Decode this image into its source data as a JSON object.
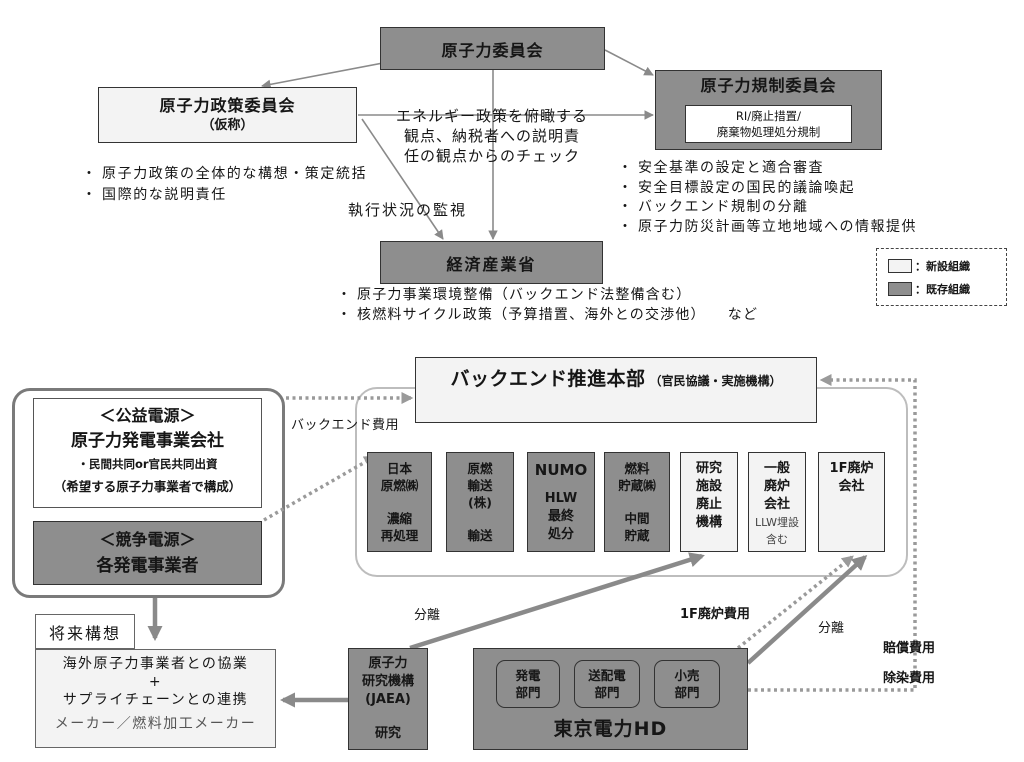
{
  "colors": {
    "new_org": "#f3f3f3",
    "existing_org": "#8e8e8e"
  },
  "top": {
    "aec": "原子力委員会",
    "policy_committee": {
      "title": "原子力政策委員会",
      "subtitle": "（仮称）"
    },
    "nra": {
      "title": "原子力規制委員会",
      "inner_line1": "RI/廃止措置/",
      "inner_line2": "廃棄物処理処分規制"
    },
    "check_note": [
      "エネルギー政策を俯瞰する",
      "観点、納税者への説明責",
      "任の観点からのチェック"
    ],
    "policy_bullets": [
      "原子力政策の全体的な構想・策定統括",
      "国際的な説明責任"
    ],
    "nra_bullets": [
      "安全基準の設定と適合審査",
      "安全目標設定の国民的議論喚起",
      "バックエンド規制の分離",
      "原子力防災計画等立地地域への情報提供"
    ],
    "monitor_label": "執行状況の監視",
    "meti": "経済産業省",
    "meti_bullets": [
      "原子力事業環境整備（バックエンド法整備含む）",
      "核燃料サイクル政策（予算措置、海外との交渉他）"
    ],
    "meti_bullets_suffix": "など"
  },
  "legend": {
    "new_label": "：新設組織",
    "existing_label": "：既存組織"
  },
  "generators": {
    "public": {
      "heading": "＜公益電源＞",
      "name": "原子力発電事業会社",
      "note1": "・民間共同or官民共同出資",
      "note2": "（希望する原子力事業者で構成）"
    },
    "competitive": {
      "heading": "＜競争電源＞",
      "name": "各発電事業者"
    }
  },
  "backend": {
    "hq_title": "バックエンド推進本部",
    "hq_subtitle": "（官民協議・実施機構）",
    "cost_label": "バックエンド費用",
    "jnfl": {
      "name": [
        "日本",
        "原燃㈱"
      ],
      "role": [
        "濃縮",
        "再処理"
      ]
    },
    "transport": {
      "name": [
        "原燃",
        "輸送",
        "(株)"
      ],
      "role": [
        "輸送"
      ]
    },
    "numo": {
      "name": "NUMO",
      "role": [
        "HLW",
        "最終",
        "処分"
      ]
    },
    "storage": {
      "name": [
        "燃料",
        "貯蔵㈱"
      ],
      "role": [
        "中間",
        "貯蔵"
      ]
    },
    "research_decom": {
      "name": [
        "研究",
        "施設",
        "廃止",
        "機構"
      ]
    },
    "general_decom": {
      "name": [
        "一般",
        "廃炉",
        "会社"
      ],
      "note": [
        "LLW埋設",
        "含む"
      ]
    },
    "f1_decom": {
      "name": [
        "1F廃炉",
        "会社"
      ]
    }
  },
  "future": {
    "label": "将来構想",
    "lines": [
      "海外原子力事業者との協業",
      "+",
      "サプライチェーンとの連携"
    ],
    "makers": "メーカー／燃料加工メーカー"
  },
  "jaea": {
    "name": [
      "原子力",
      "研究機構",
      "(JAEA)"
    ],
    "role": "研究"
  },
  "tepco": {
    "name": "東京電力HD",
    "divisions": [
      [
        "発電",
        "部門"
      ],
      [
        "送配電",
        "部門"
      ],
      [
        "小売",
        "部門"
      ]
    ]
  },
  "flows": {
    "separation_jaea": "分離",
    "f1_cost": "1F廃炉費用",
    "separation_tepco": "分離",
    "compensation_cost": "賠償費用",
    "decontamination_cost": "除染費用"
  }
}
